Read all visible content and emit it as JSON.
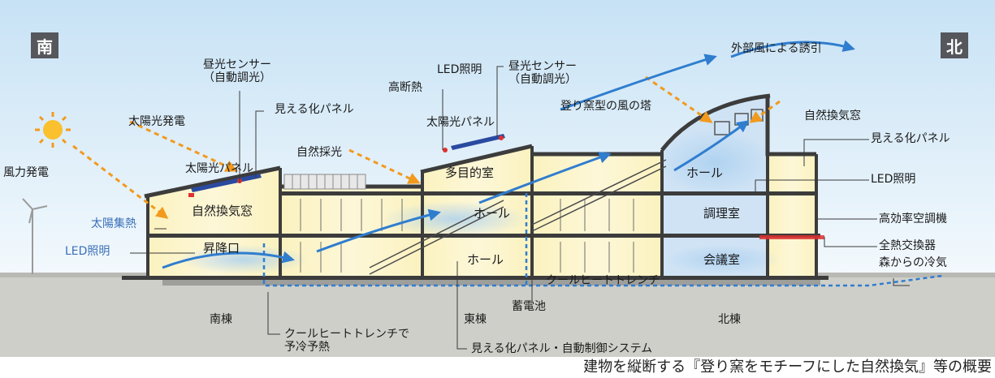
{
  "direction": {
    "south": "南",
    "north": "北"
  },
  "labels": {
    "wind_power": "風力発電",
    "solar_power": "太陽光発電",
    "daylight_sensor_1": "昼光センサー\n（自動調光）",
    "daylight_sensor_2": "昼光センサー\n（自動調光）",
    "visualization_panel_1": "見える化パネル",
    "visualization_panel_2": "見える化パネル",
    "solar_panel_1": "太陽光パネル",
    "solar_panel_2": "太陽光パネル",
    "natural_daylight": "自然採光",
    "led_lighting_1": "LED照明",
    "led_lighting_2": "LED照明",
    "led_lighting_3": "LED照明",
    "high_insulation": "高断熱",
    "wind_tower": "登り窯型の風の塔",
    "outside_wind": "外部風による誘引",
    "natural_vent_window_1": "自然換気窓",
    "natural_vent_window_2": "自然換気窓",
    "solar_heat": "太陽集熱",
    "multipurpose_room": "多目的室",
    "hall_1": "ホール",
    "hall_2": "ホール",
    "hall_3": "ホール",
    "stairwell": "昇降口",
    "cooking_room": "調理室",
    "meeting_room": "会議室",
    "high_efficiency_ac": "高効率空調機",
    "heat_exchanger": "全熱交換器",
    "forest_cool_air": "森からの冷気",
    "cool_heat_trench": "クールヒートトレンチ",
    "storage_battery": "蓄電池",
    "south_wing": "南棟",
    "east_wing": "東棟",
    "north_wing": "北棟",
    "trench_precool": "クールヒートトレンチで\n予冷予熱",
    "control_system": "見える化パネル・自動制御システム"
  },
  "caption": "建物を縦断する『登り窯をモチーフにした自然換気』等の概要",
  "colors": {
    "sky": "#d8ecf8",
    "ground": "#c9c9c4",
    "room_yellow": "#fbf3c4",
    "air_blue": "#b7d8f1",
    "structure": "#3c3c3c",
    "sun": "#f7a21b",
    "solar_panel": "#2a4aa0",
    "accent_red": "#e03030"
  }
}
